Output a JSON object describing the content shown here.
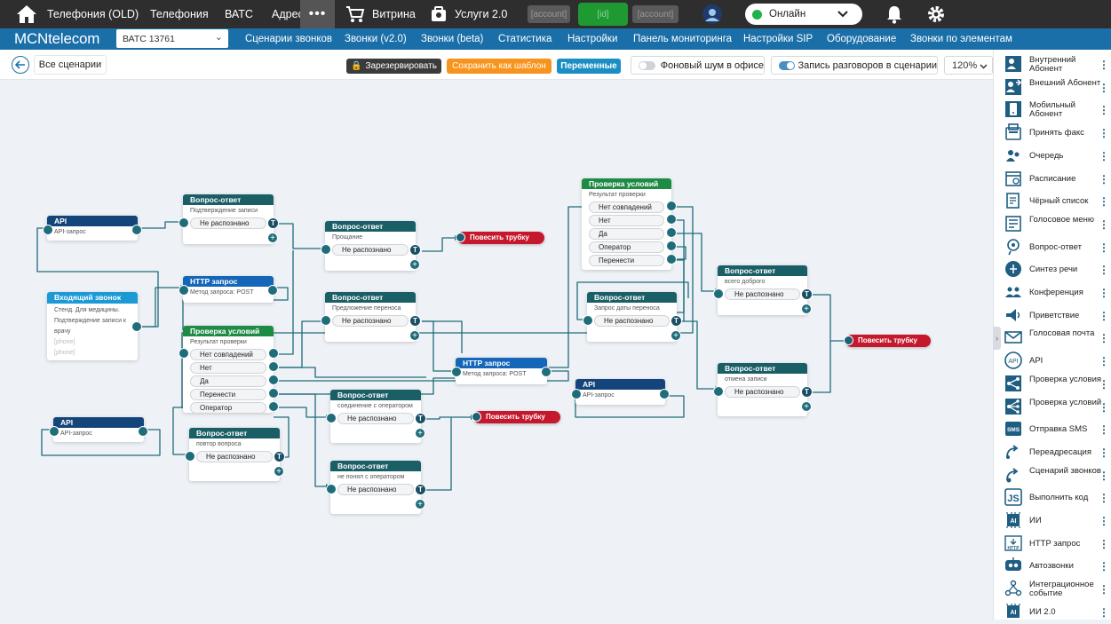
{
  "topbar": {
    "home": "home-icon",
    "items": [
      "Телефония (OLD)",
      "Телефония",
      "ВАТС",
      "Адрес"
    ],
    "more": "•••",
    "shop": "Витрина",
    "services": "Услуги 2.0",
    "account_1": "[account]",
    "account_2": "[id]",
    "account_3": "[account]",
    "status": "Онлайн"
  },
  "nav": {
    "logo": "MCNtelecom",
    "vats": "ВАТС 13761",
    "items": [
      "Сценарии звонков",
      "Звонки (v2.0)",
      "Звонки (beta)",
      "Статистика",
      "Настройки",
      "Панель мониторинга",
      "Настройки SIP",
      "Оборудование",
      "Звонки по элементам"
    ]
  },
  "toolbar": {
    "back": "Все сценарии",
    "reserved": "Зарезервировать",
    "save_template": "Сохранить как шаблон",
    "variables": "Переменные",
    "bg_noise": "Фоновый шум в офисе",
    "recording": "Запись разговоров в сценарии",
    "zoom": "120%"
  },
  "canvas": {
    "api1": {
      "title": "API",
      "sub": "API-запрос"
    },
    "incoming": {
      "title": "Входящий звонок",
      "sub1": "Стенд. Для медицины.",
      "sub2": "Подтверждение записи к",
      "sub3": "врачу",
      "num1": "[phone]",
      "num2": "[phone]"
    },
    "api2": {
      "title": "API",
      "sub": "API-запрос"
    },
    "qa1": {
      "title": "Вопрос-ответ",
      "sub": "Подтверждение записи",
      "row": "Не распознано"
    },
    "http1": {
      "title": "HTTP запрос",
      "sub": "Метод запроса: POST"
    },
    "cond1": {
      "title": "Проверка условий",
      "sub": "Результат проверки",
      "rows": [
        "Нет совпадений",
        "Нет",
        "Да",
        "Перенести",
        "Оператор"
      ]
    },
    "qa2": {
      "title": "Вопрос-ответ",
      "sub": "повтор вопроса",
      "row": "Не распознано"
    },
    "qa3": {
      "title": "Вопрос-ответ",
      "sub": "Прощание",
      "row": "Не распознано"
    },
    "qa4": {
      "title": "Вопрос-ответ",
      "sub": "Предложение переноса",
      "row": "Не распознано"
    },
    "qa5": {
      "title": "Вопрос-ответ",
      "sub": "соединение с оператором",
      "row": "Не распознано"
    },
    "qa6": {
      "title": "Вопрос-ответ",
      "sub": "не понял с оператором",
      "row": "Не распознано"
    },
    "http2": {
      "title": "HTTP запрос",
      "sub": "Метод запроса: POST"
    },
    "cond2": {
      "title": "Проверка условий",
      "sub": "Результат проверки",
      "rows": [
        "Нет совпадений",
        "Нет",
        "Да",
        "Оператор",
        "Перенести"
      ]
    },
    "qa7": {
      "title": "Вопрос-ответ",
      "sub": "Запрос даты переноса",
      "row": "Не распознано"
    },
    "api3": {
      "title": "API",
      "sub": "API-запрос"
    },
    "qa8": {
      "title": "Вопрос-ответ",
      "sub": "всего доброго",
      "row": "Не распознано"
    },
    "qa9": {
      "title": "Вопрос-ответ",
      "sub": "отмена записи",
      "row": "Не распознано"
    },
    "hang1": "Повесить трубку",
    "hang2": "Повесить трубку",
    "hang3": "Повесить трубку",
    "t": "T",
    "plus": "+"
  },
  "palette": [
    {
      "label": "Внутренний Абонент",
      "icon": "internal-subscriber-icon"
    },
    {
      "label": "Внешний Абонент",
      "icon": "external-subscriber-icon"
    },
    {
      "label": "Мобильный Абонент",
      "icon": "mobile-subscriber-icon"
    },
    {
      "label": "Принять факс",
      "icon": "fax-icon"
    },
    {
      "label": "Очередь",
      "icon": "queue-icon"
    },
    {
      "label": "Расписание",
      "icon": "schedule-icon"
    },
    {
      "label": "Чёрный список",
      "icon": "blacklist-icon"
    },
    {
      "label": "Голосовое меню",
      "icon": "voice-menu-icon"
    },
    {
      "label": "Вопрос-ответ",
      "icon": "question-answer-icon"
    },
    {
      "label": "Синтез речи",
      "icon": "speech-synthesis-icon"
    },
    {
      "label": "Конференция",
      "icon": "conference-icon"
    },
    {
      "label": "Приветствие",
      "icon": "greeting-icon"
    },
    {
      "label": "Голосовая почта",
      "icon": "voicemail-icon"
    },
    {
      "label": "API",
      "icon": "api-icon"
    },
    {
      "label": "Проверка условия",
      "icon": "condition-icon"
    },
    {
      "label": "Проверка условий",
      "icon": "conditions-icon"
    },
    {
      "label": "Отправка SMS",
      "icon": "sms-icon"
    },
    {
      "label": "Переадресация",
      "icon": "forward-icon"
    },
    {
      "label": "Сценарий звонков",
      "icon": "call-scenario-icon"
    },
    {
      "label": "Выполнить код",
      "icon": "js-code-icon"
    },
    {
      "label": "ИИ",
      "icon": "ai-icon"
    },
    {
      "label": "HTTP запрос",
      "icon": "http-icon"
    },
    {
      "label": "Автозвонки",
      "icon": "autodial-icon"
    },
    {
      "label": "Интеграционное событие",
      "icon": "integration-event-icon"
    },
    {
      "label": "ИИ 2.0",
      "icon": "ai2-icon"
    }
  ],
  "palette_dots": "⋮",
  "colors": {
    "topbar": "#2e2e2e",
    "nav": "#1b6fa8",
    "qa_header": "#1a5e66",
    "api_header": "#14457a",
    "http_header": "#1467b8",
    "cond_header": "#1e8b45",
    "incoming_header": "#1b9ad6",
    "hangup": "#c5182c",
    "connector": "#1f6c7a",
    "save_template": "#f7941d",
    "variables": "#1b8fc4"
  }
}
